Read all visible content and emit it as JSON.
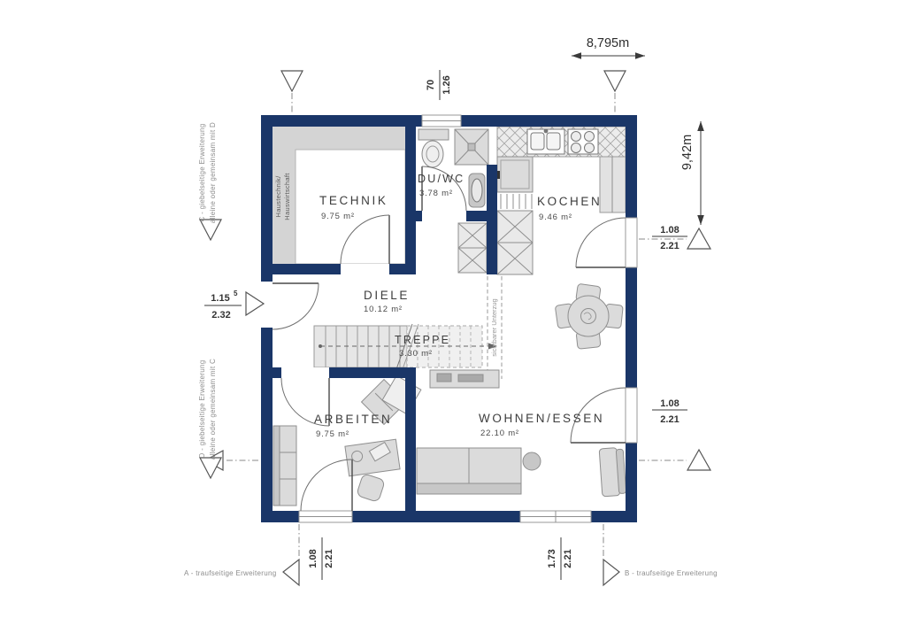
{
  "dims": {
    "overall_width": "8,795m",
    "overall_height": "9,42m",
    "top_opening": {
      "w": "70",
      "h": "1.26"
    },
    "entrance": {
      "w": "1.15",
      "w_sup": "5",
      "h": "2.32"
    },
    "right_upper": {
      "w": "1.08",
      "h": "2.21"
    },
    "right_lower": {
      "w": "1.08",
      "h": "2.21"
    },
    "bottom_left": {
      "w": "1.08",
      "h": "2.21"
    },
    "bottom_right": {
      "w": "1.73",
      "h": "2.21"
    }
  },
  "rooms": {
    "technik": {
      "name": "TECHNIK",
      "area": "9.75 m²"
    },
    "duwc": {
      "name": "DU/WC",
      "area": "3.78 m²"
    },
    "kochen": {
      "name": "KOCHEN",
      "area": "9.46 m²"
    },
    "diele": {
      "name": "DIELE",
      "area": "10.12 m²"
    },
    "treppe": {
      "name": "TREPPE",
      "area": "3.30 m²"
    },
    "arbeiten": {
      "name": "ARBEITEN",
      "area": "9.75 m²"
    },
    "wohnen_essen": {
      "name": "WOHNEN/ESSEN",
      "area": "22.10 m²"
    }
  },
  "notes": {
    "technik_line1": "Haustechnik/",
    "technik_line2": "Hauswirtschaft",
    "beam": "sichtbarer Unterzug",
    "ext_a": "A - traufseitige Erweiterung",
    "ext_b": "B - traufseitige Erweiterung",
    "ext_c_line1": "C - giebelseitige Erweiterung",
    "ext_c_line2": "alleine oder gemeinsam mit D",
    "ext_d_line1": "D - giebelseitige Erweiterung",
    "ext_d_line2": "alleine oder gemeinsam mit C"
  },
  "colors": {
    "wall": "#1a3668",
    "furniture": "#dbdbdb",
    "hatch_bg": "#ececec"
  }
}
